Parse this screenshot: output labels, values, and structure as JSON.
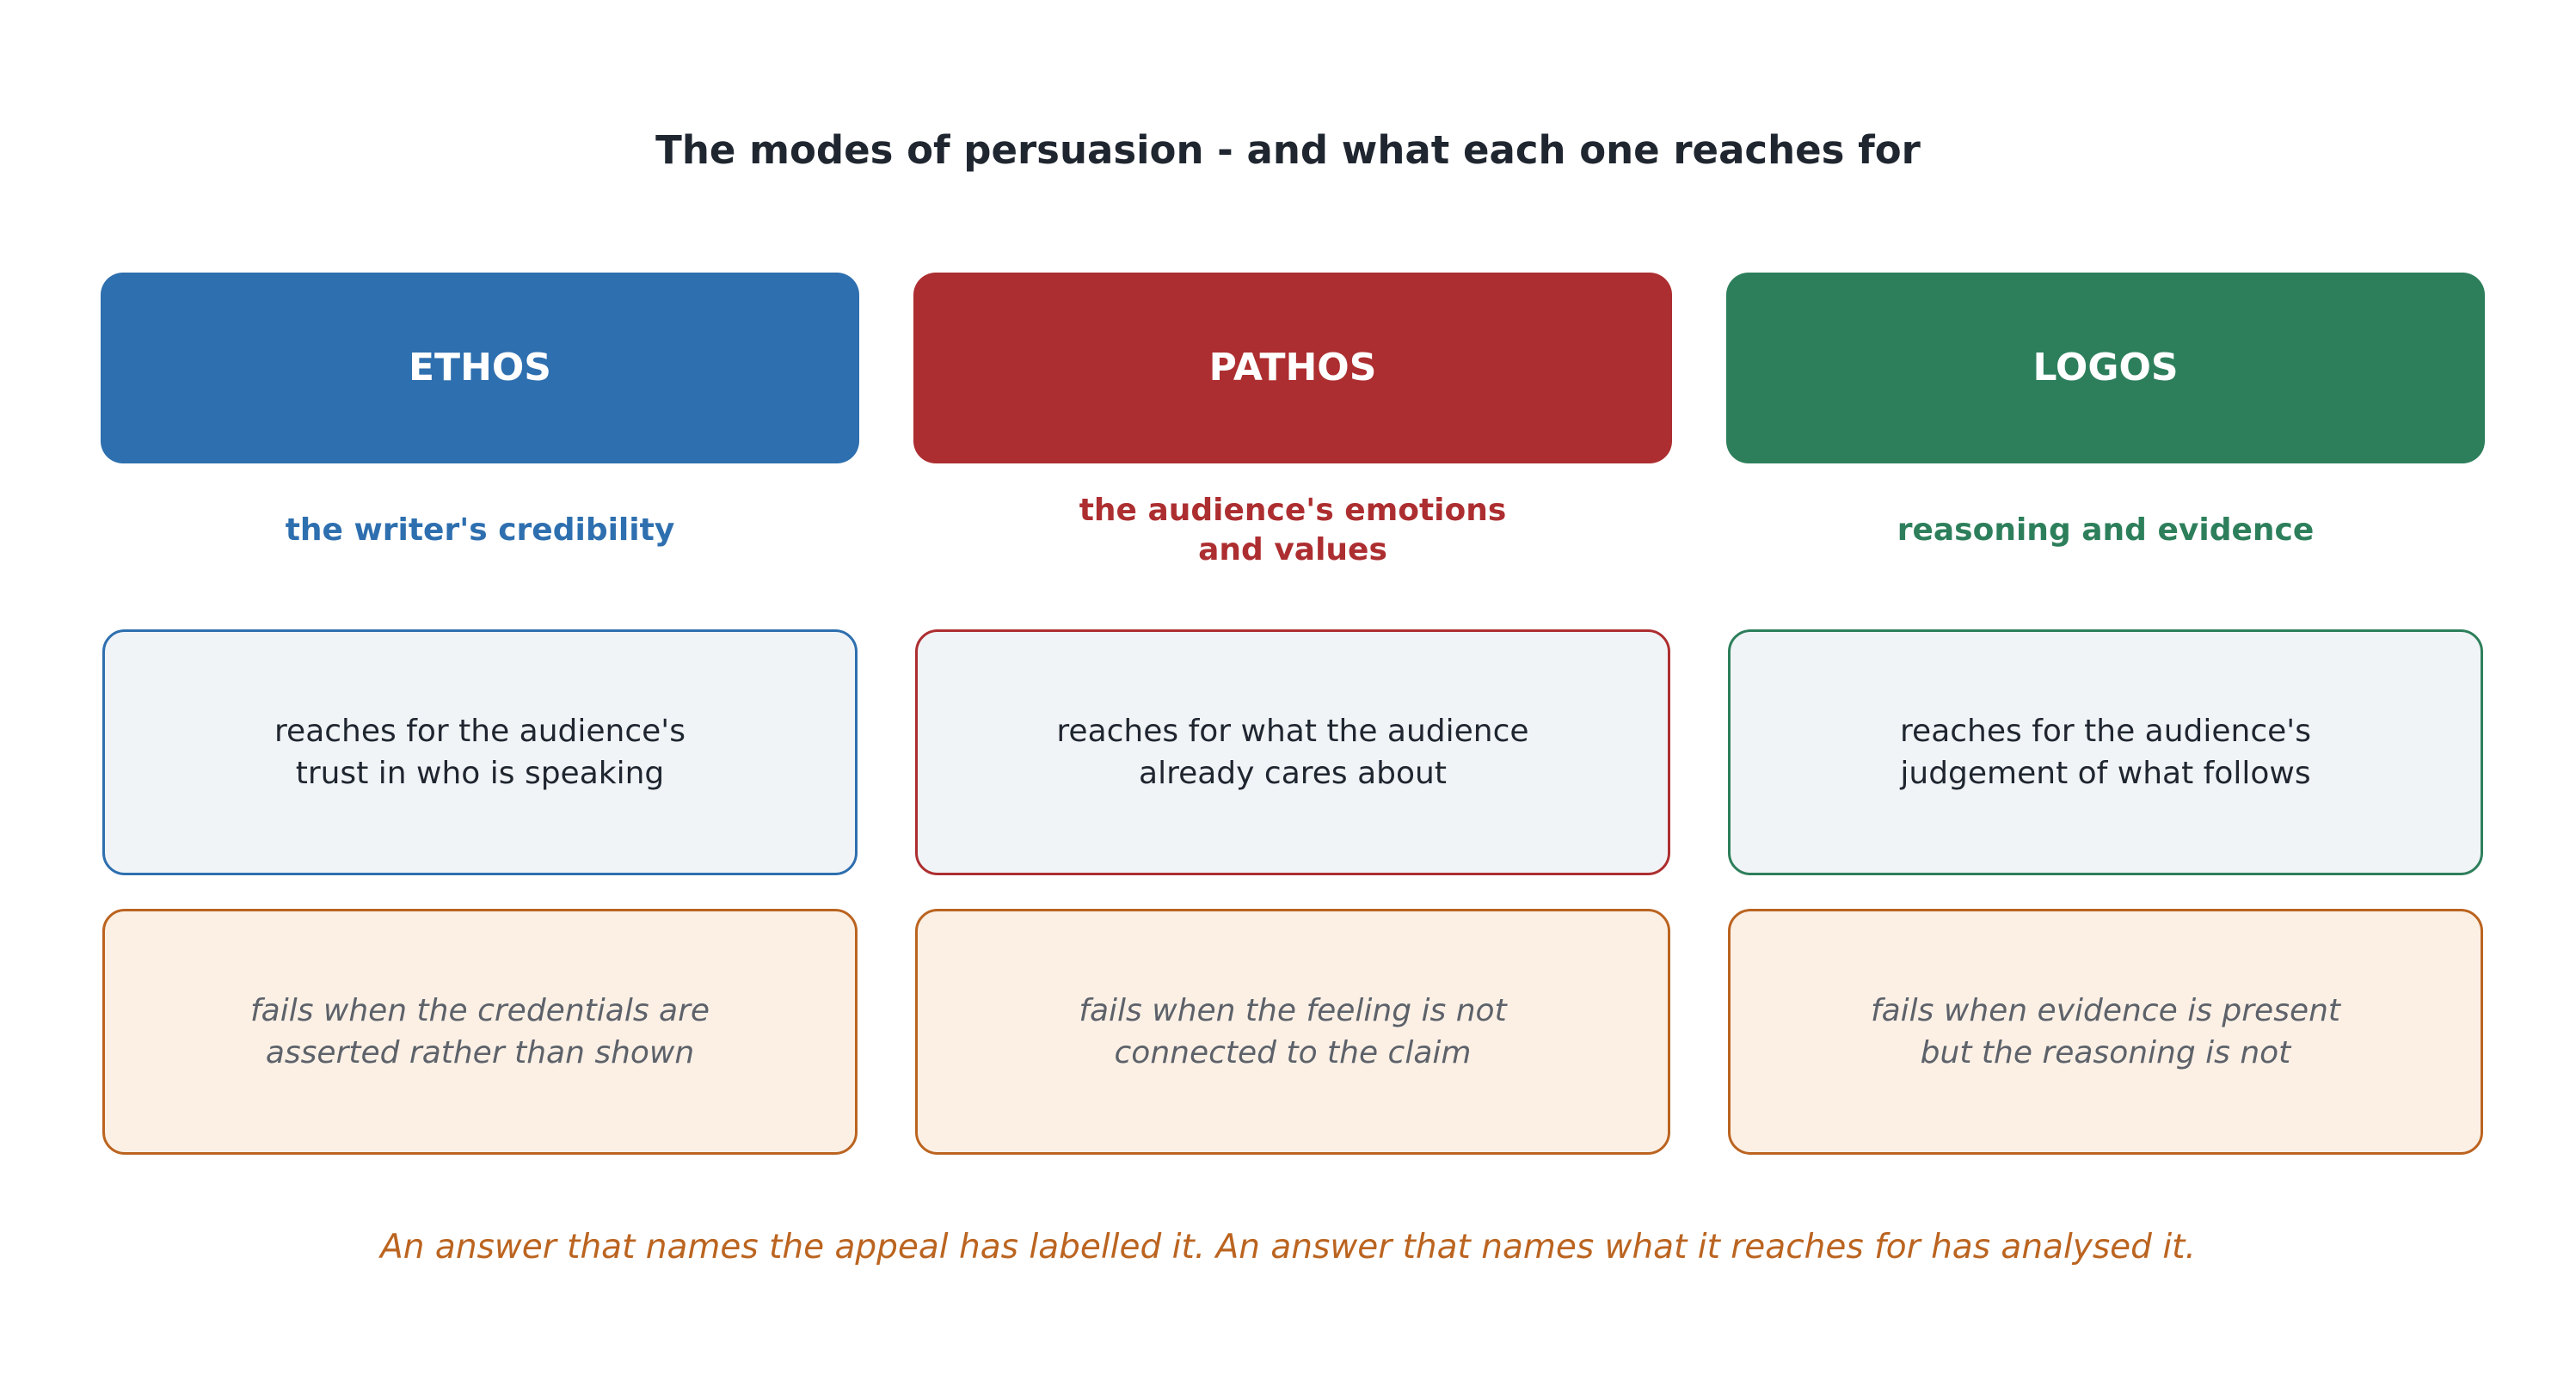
{
  "title": "The modes of persuasion - and what each one reaches for",
  "colors": {
    "ethos": "#2e6faf",
    "pathos": "#ad2e30",
    "logos": "#2d7f5b",
    "fail_border": "#bb6420",
    "fail_fill": "#fcf0e5",
    "what_fill": "#f1f4f7"
  },
  "modes": [
    {
      "name": "ETHOS",
      "appeals_to": "the writer's credibility",
      "reaches_for": "reaches for the audience's trust in who is speaking",
      "fails_when": "fails when the credentials are asserted rather than shown"
    },
    {
      "name": "PATHOS",
      "appeals_to": "the audience's emotions and values",
      "reaches_for": "reaches for what the audience already cares about",
      "fails_when": "fails when the feeling is not connected to the claim"
    },
    {
      "name": "LOGOS",
      "appeals_to": "reasoning and evidence",
      "reaches_for": "reaches for the audience's judgement of what follows",
      "fails_when": "fails when evidence is present but the reasoning is not"
    }
  ],
  "footer": "An answer that names the appeal has labelled it. An answer that names what it reaches for has analysed it."
}
